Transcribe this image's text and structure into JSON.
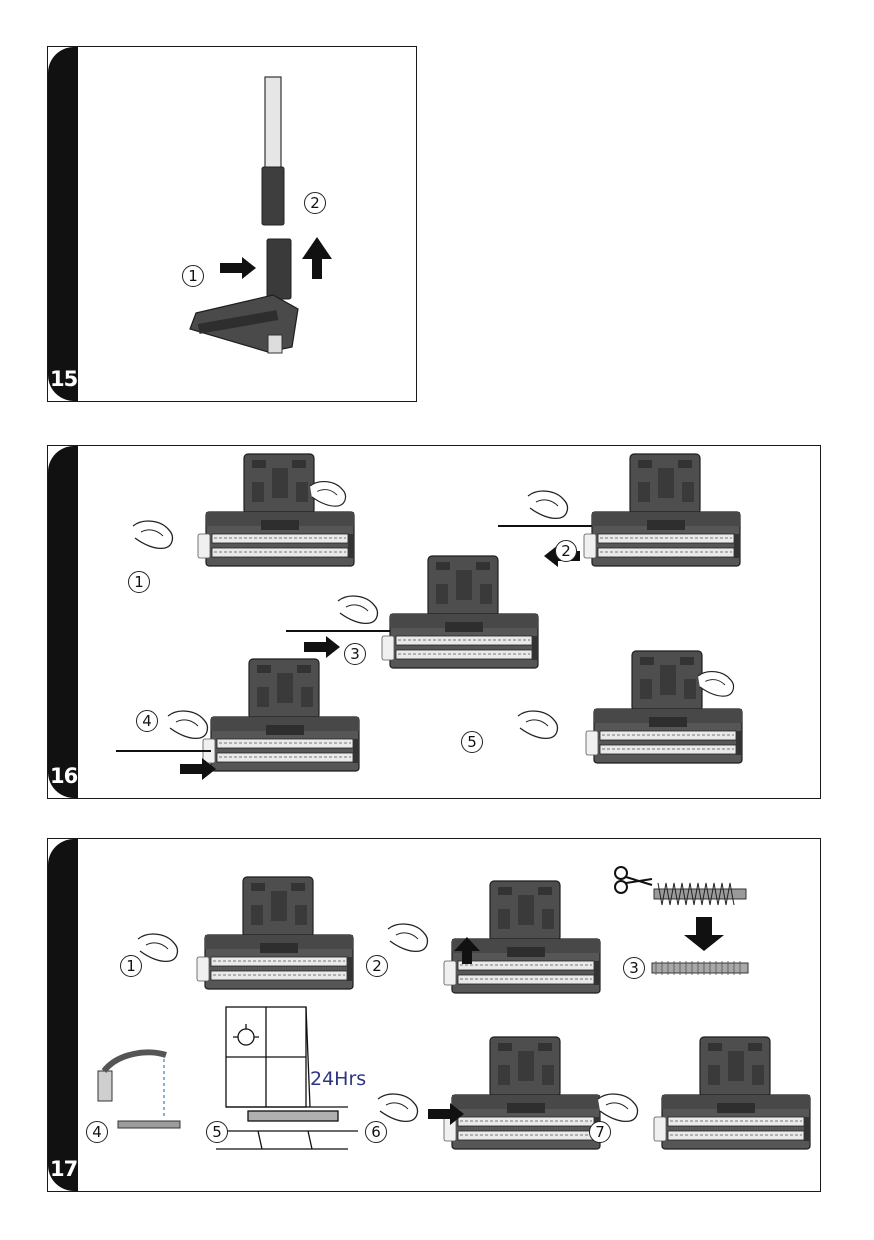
{
  "panels": [
    {
      "number": "15",
      "steps": [
        "1",
        "2"
      ]
    },
    {
      "number": "16",
      "steps": [
        "1",
        "2",
        "3",
        "4",
        "5"
      ]
    },
    {
      "number": "17",
      "steps": [
        "1",
        "2",
        "3",
        "4",
        "5",
        "6",
        "7"
      ],
      "drying_time": "24Hrs"
    }
  ],
  "colors": {
    "tab": "#111111",
    "device": "#4a4a4a",
    "accent_text": "#2d3580"
  }
}
